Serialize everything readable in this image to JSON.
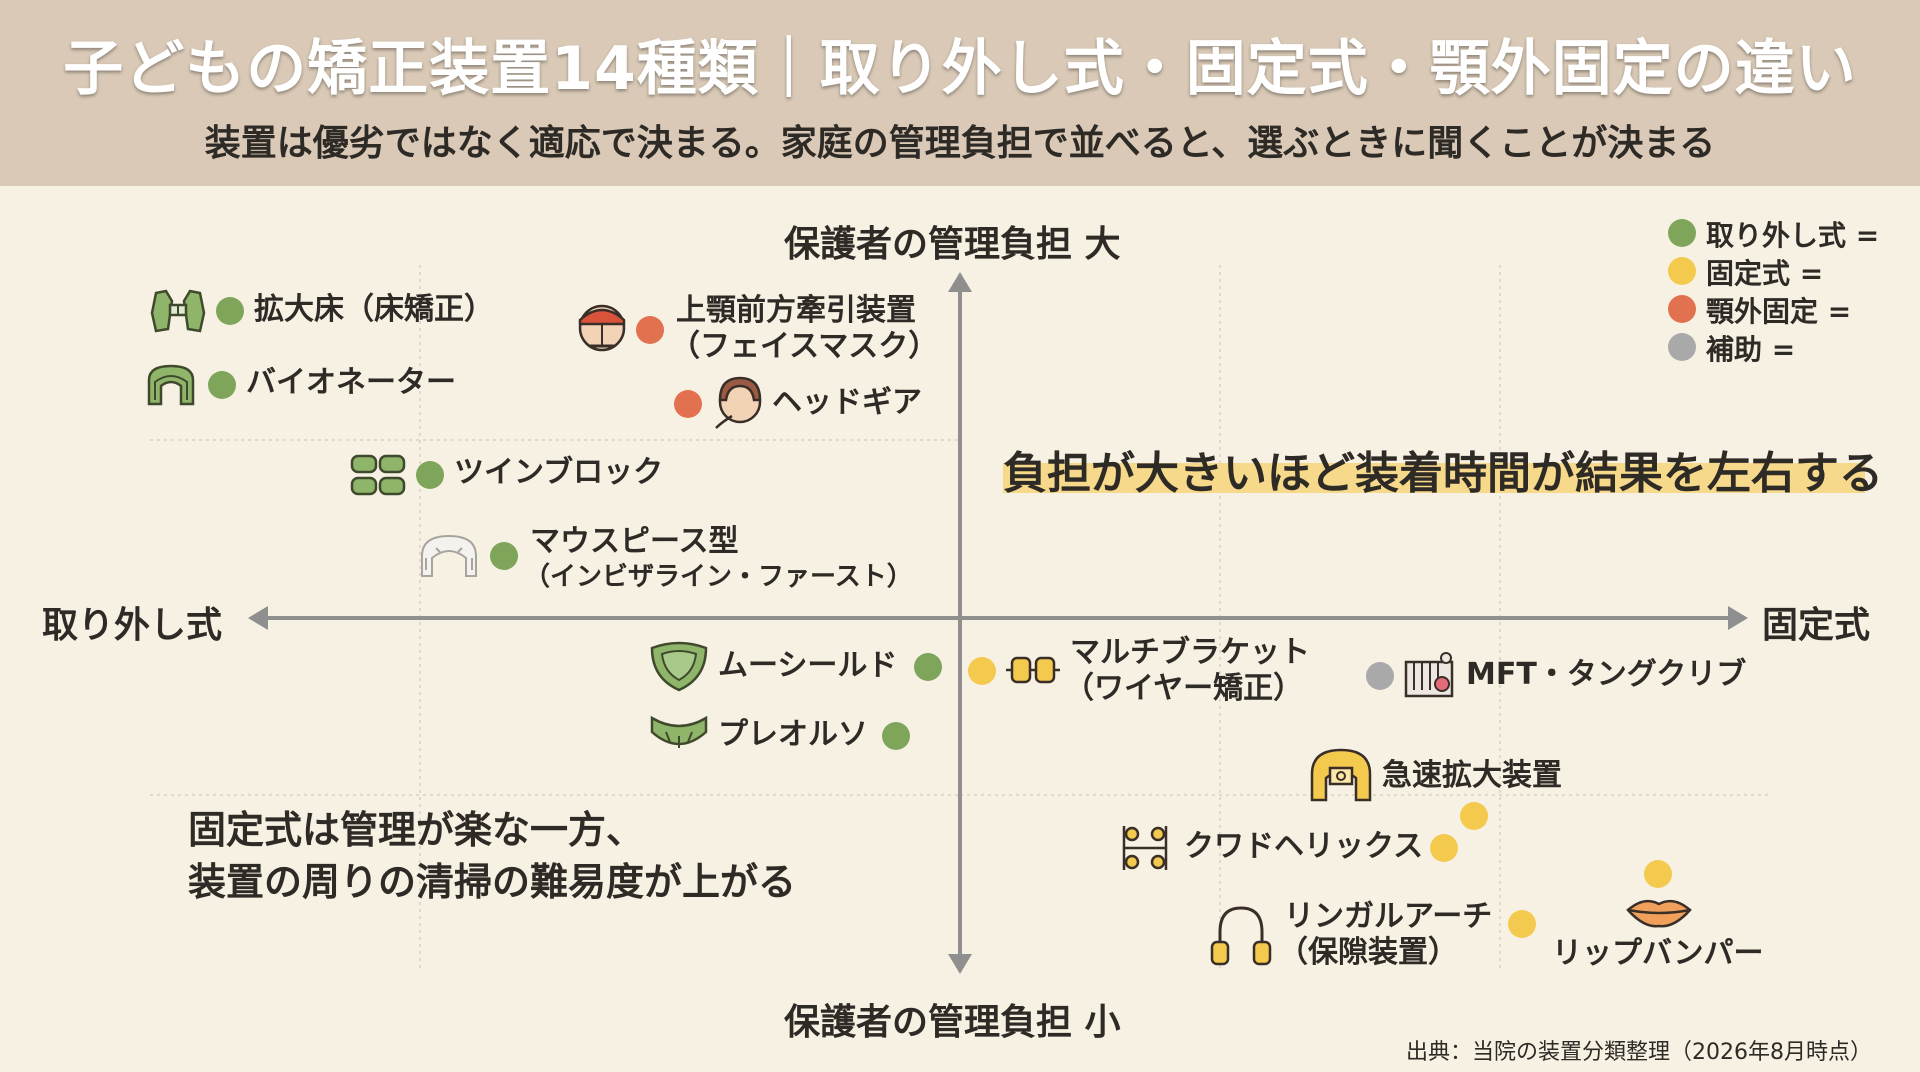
{
  "header": {
    "title": "子どもの矯正装置14種類｜取り外し式・固定式・顎外固定の違い",
    "subtitle": "装置は優劣ではなく適応で決まる。家庭の管理負担で並べると、選ぶときに聞くことが決まる"
  },
  "axes": {
    "top": "保護者の管理負担 大",
    "bottom": "保護者の管理負担 小",
    "left": "取り外し式",
    "right": "固定式"
  },
  "legend": [
    {
      "label": "取り外し式 =",
      "color": "#7ea55a"
    },
    {
      "label": "固定式 =",
      "color": "#f3c94e"
    },
    {
      "label": "顎外固定 =",
      "color": "#e2714f"
    },
    {
      "label": "補助 =",
      "color": "#a9a9a9"
    }
  ],
  "items": {
    "kakudaisho": {
      "label": "拡大床（床矯正）",
      "category": "removable",
      "icon": "expansion-plate-icon"
    },
    "bionator": {
      "label": "バイオネーター",
      "category": "removable",
      "icon": "bionator-icon"
    },
    "facemask": {
      "line1": "上顎前方牽引装置",
      "line2": "（フェイスマスク）",
      "category": "extraoral",
      "icon": "face-mask-icon"
    },
    "headgear": {
      "label": "ヘッドギア",
      "category": "extraoral",
      "icon": "headgear-icon"
    },
    "twinblock": {
      "label": "ツインブロック",
      "category": "removable",
      "icon": "twin-block-icon"
    },
    "mouthpiece": {
      "line1": "マウスピース型",
      "line2": "（インビザライン・ファースト）",
      "category": "removable",
      "icon": "aligner-icon"
    },
    "mushield": {
      "label": "ムーシールド",
      "category": "removable",
      "icon": "mushield-icon"
    },
    "preortho": {
      "label": "プレオルソ",
      "category": "removable",
      "icon": "preortho-icon"
    },
    "multibracket": {
      "line1": "マルチブラケット",
      "line2": "（ワイヤー矯正）",
      "category": "fixed",
      "icon": "bracket-icon"
    },
    "mft": {
      "label": "MFT・タングクリブ",
      "category": "auxiliary",
      "icon": "tongue-crib-icon"
    },
    "rpe": {
      "label": "急速拡大装置",
      "category": "fixed",
      "icon": "rapid-expander-icon"
    },
    "quadhelix": {
      "label": "クワドヘリックス",
      "category": "fixed",
      "icon": "quad-helix-icon"
    },
    "lingualarch": {
      "line1": "リンガルアーチ",
      "line2": "（保隙装置）",
      "category": "fixed",
      "icon": "lingual-arch-icon"
    },
    "lipbumper": {
      "label": "リップバンパー",
      "category": "fixed",
      "icon": "lip-bumper-icon"
    }
  },
  "callout": "負担が大きいほど装着時間が結果を左右する",
  "note": {
    "line1": "固定式は管理が楽な一方、",
    "line2": "装置の周りの清掃の難易度が上がる"
  },
  "source": "出典：当院の装置分類整理（2026年8月時点）",
  "colors": {
    "removable": "#7ea55a",
    "fixed": "#f3c94e",
    "extraoral": "#e2714f",
    "auxiliary": "#a9a9a9",
    "axis": "#8f8f8f",
    "grid": "#d8d0c2"
  }
}
